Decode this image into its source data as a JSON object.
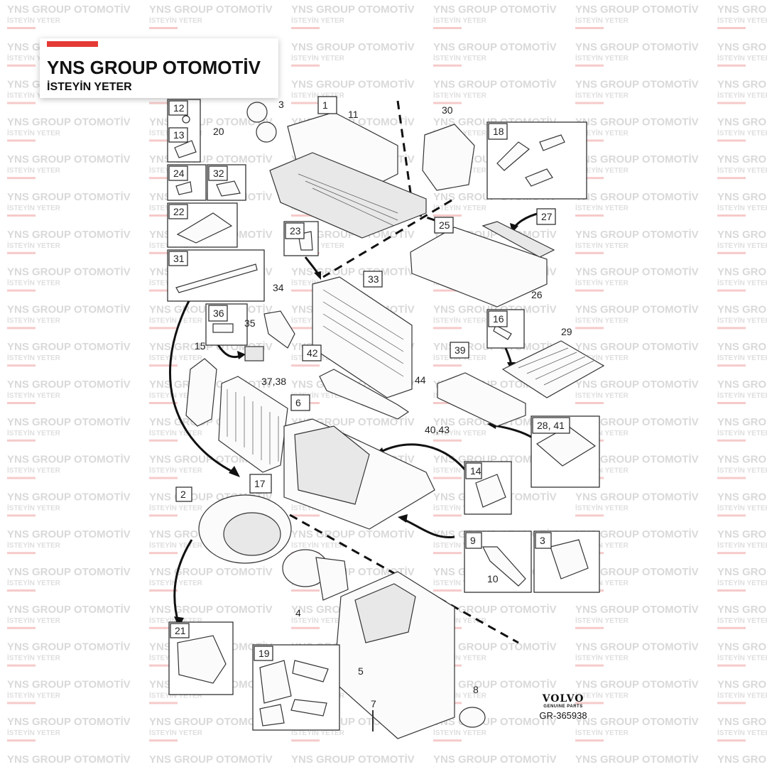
{
  "brand": {
    "title": "YNS GROUP OTOMOTİV",
    "subtitle": "İSTEYİN YETER",
    "accent_color": "#e53935"
  },
  "watermark": {
    "title": "YNS GROUP OTOMOTİV",
    "subtitle": "İSTEYİN YETER"
  },
  "oem": {
    "logo": "VOLVO",
    "tagline": "GENUINE PARTS",
    "reference": "GR-365938"
  },
  "callouts": {
    "boxed": [
      "1",
      "12",
      "13",
      "24",
      "32",
      "22",
      "31",
      "23",
      "33",
      "36",
      "42",
      "6",
      "17",
      "2",
      "21",
      "19",
      "9",
      "3",
      "14",
      "28, 41",
      "39",
      "16",
      "18",
      "25",
      "27"
    ],
    "plain": [
      "3",
      "11",
      "20",
      "30",
      "34",
      "35",
      "15",
      "37,38",
      "44",
      "40,43",
      "26",
      "29",
      "4",
      "5",
      "7",
      "8",
      "10"
    ],
    "highlighted": "17",
    "highlight_color": "#f28b8b"
  }
}
